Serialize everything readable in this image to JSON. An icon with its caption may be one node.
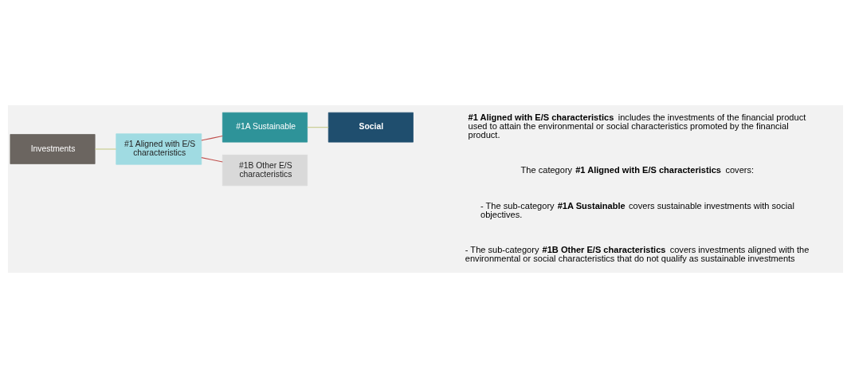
{
  "diagram": {
    "nodes": [
      {
        "text": [
          "Investments"
        ]
      },
      {
        "text": [
          "#1 Aligned with E/S characteristics"
        ]
      },
      {
        "text": [
          "#1A Sustainable"
        ]
      },
      {
        "text": [
          "#1B Other E/S characteristics"
        ]
      },
      {
        "text": [
          "Social"
        ]
      }
    ],
    "edges": [
      {
        "from": 0,
        "to": 1,
        "arrow": "none",
        "color": "#c5c98a"
      },
      {
        "from": 1,
        "to": 2,
        "arrow": "none",
        "color": "#c0504d"
      },
      {
        "from": 1,
        "to": 3,
        "arrow": "none",
        "color": "#c0504d"
      },
      {
        "from": 2,
        "to": 4,
        "arrow": "none",
        "color": "#c5c98a"
      }
    ],
    "labels": [
      "**#1 Aligned with E/S characteristics** includes the investments of the financial product used to attain the environmental or social characteristics promoted by the financial product.",
      "The category **#1 Aligned with E/S characteristics** covers:",
      "- The sub-category **#1A Sustainable** covers sustainable investments with social objectives.",
      "- The sub-category **#1B Other E/S characteristics** covers investments aligned with the environmental or social characteristics that do not qualify as sustainable investments"
    ]
  }
}
